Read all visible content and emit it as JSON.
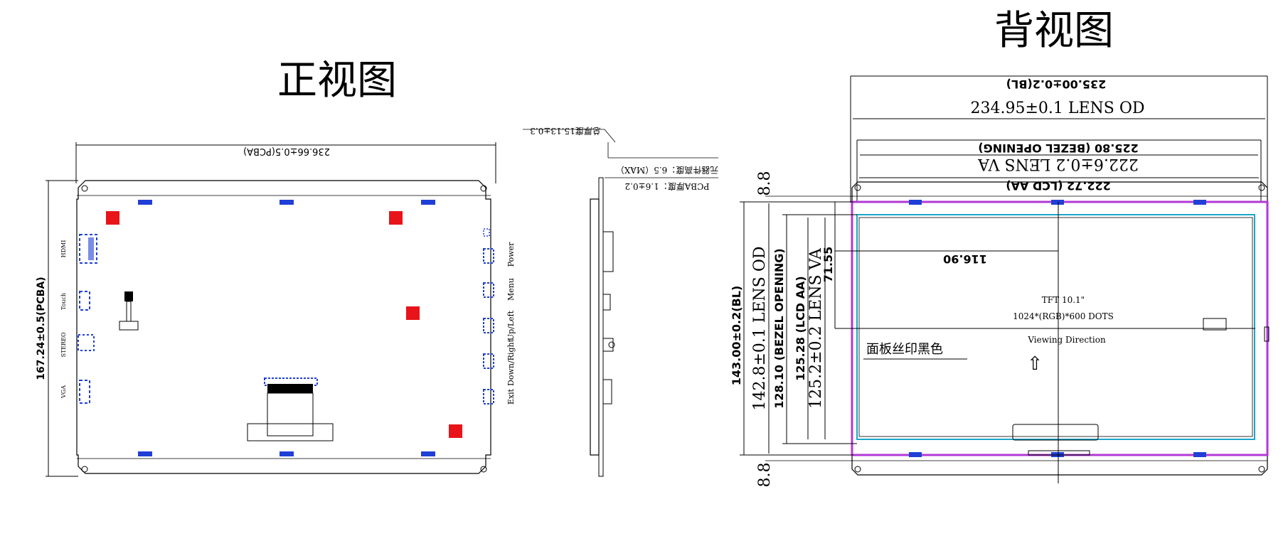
{
  "front_view": {
    "title": "正视图",
    "pcba_width": "236.66±0.5(PCBA)",
    "pcba_height": "167.24±0.5(PCBA)",
    "left_ports": [
      "HDMI",
      "Touch",
      "STEREO",
      "VGA"
    ],
    "right_buttons": [
      "Power",
      "Menu",
      "Up/Left",
      "Down/Right",
      "Exit"
    ]
  },
  "side_view": {
    "total_thickness": "总厚度15.13±0.3",
    "component_height": "元器件高度：6.5（MAX）",
    "pcba_thickness": "PCBA厚度：1.6±0.2"
  },
  "back_view": {
    "title": "背视图",
    "bl_width": "235.00±0.2(BL)",
    "lens_od_width": "234.95±0.1 LENS OD",
    "bezel_opening_width": "225.80 (BEZEL OPENING)",
    "lens_va_width": "222.6±0.2 LENS VA",
    "lcd_aa_width": "222.72 (LCD AA)",
    "center_width": "116.90",
    "center_height": "71.55",
    "bl_height": "143.00±0.2(BL)",
    "lens_od_height": "142.8±0.1 LENS OD",
    "bezel_opening_height": "128.10 (BEZEL OPENING)",
    "lcd_aa_height": "125.28 (LCD AA)",
    "lens_va_height": "125.2±0.2 LENS VA",
    "margin_top": "8.8",
    "margin_bottom": "8.8",
    "tft_size": "TFT 10.1\"",
    "resolution": "1024*(RGB)*600  DOTS",
    "viewing_direction": "Viewing  Direction",
    "arrow_symbol": "⇧",
    "panel_note": "面板丝印黑色"
  },
  "colors": {
    "line": "#000000",
    "connector_blue": "#1f3fd6",
    "marker_red": "#e8141a",
    "bezel_magenta": "#b238d6",
    "va_cyan": "#1aa6c8"
  }
}
